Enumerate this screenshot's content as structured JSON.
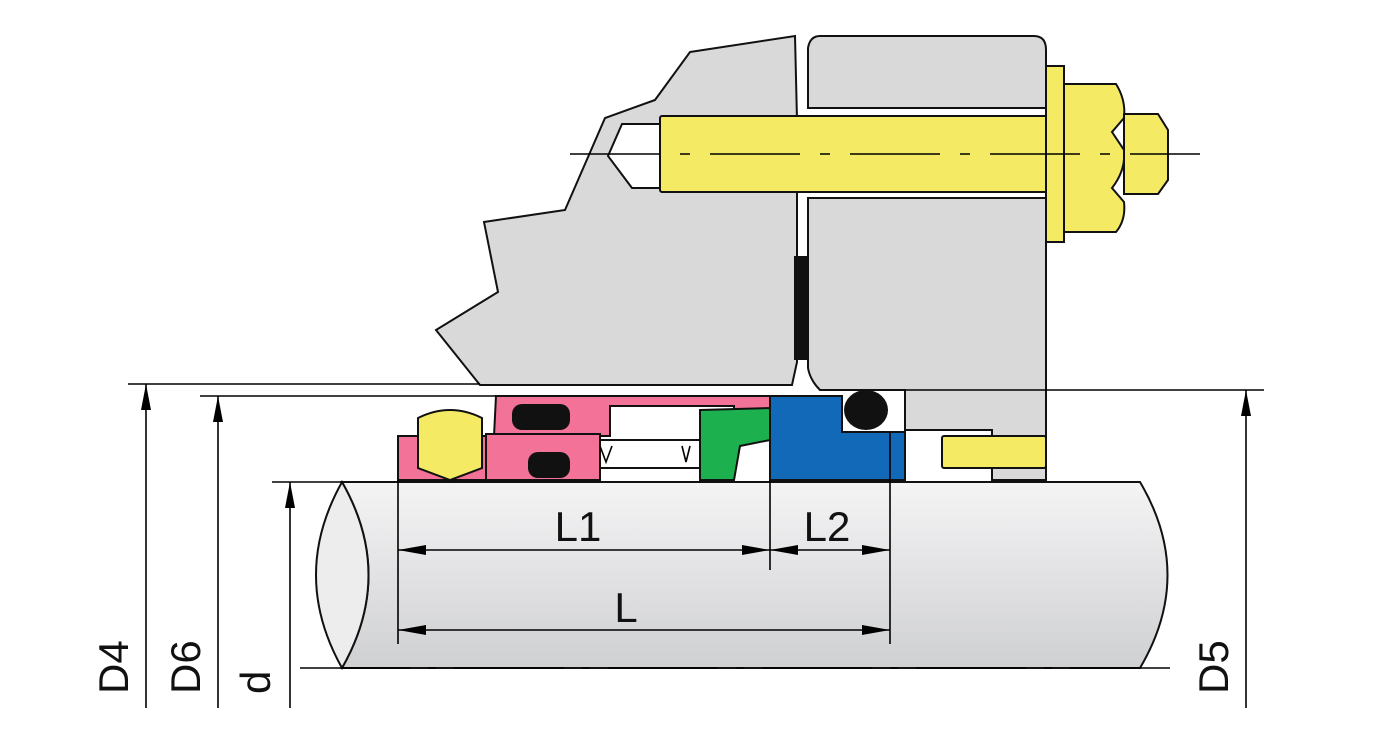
{
  "colors": {
    "housing": "#d9d9da",
    "shaft": "#e4e4e6",
    "bolt": "#f4ea64",
    "rotating_parts": "#f27298",
    "stationary_seat": "#1169b8",
    "anti_rotation": "#1db04e",
    "oring": "#111111"
  },
  "labels": {
    "L1": "L1",
    "L2": "L2",
    "L": "L",
    "D4": "D4",
    "D6": "D6",
    "d": "d",
    "D5": "D5"
  }
}
